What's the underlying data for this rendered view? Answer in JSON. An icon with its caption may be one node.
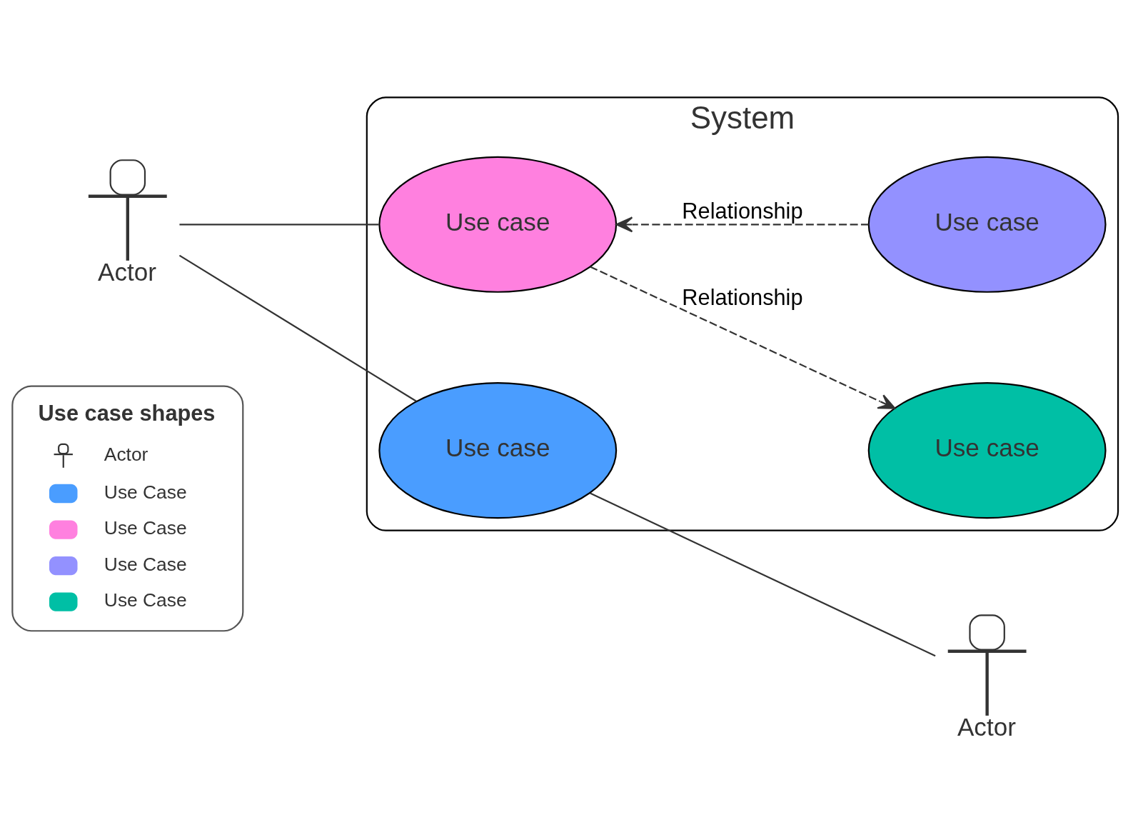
{
  "diagram": {
    "nodes": [
      {
        "text": [
          "System"
        ]
      },
      {
        "text": [
          "Use case"
        ],
        "in": 0
      },
      {
        "text": [
          "Use case"
        ],
        "in": 0
      },
      {
        "text": [
          "Use case"
        ],
        "in": 0
      },
      {
        "text": [
          "Use case"
        ],
        "in": 0
      },
      {
        "text": [
          "Actor"
        ]
      },
      {
        "text": [
          "Actor"
        ]
      }
    ],
    "edges": [
      {
        "from": 5,
        "to": 1,
        "arrow": "none"
      },
      {
        "from": 5,
        "to": 2,
        "arrow": "none"
      },
      {
        "from": 1,
        "to": 6,
        "arrow": "none"
      },
      {
        "from": 3,
        "to": 2,
        "arrow": "to",
        "label": "Relationship",
        "style": "dashed"
      },
      {
        "from": 2,
        "to": 4,
        "arrow": "to",
        "label": "Relationship",
        "style": "dashed"
      }
    ],
    "labels": [
      "Use case shapes"
    ],
    "legend": [
      {
        "text": "Actor"
      },
      {
        "text": "Use Case",
        "color": "#4a9dff"
      },
      {
        "text": "Use Case",
        "color": "#ff80df"
      },
      {
        "text": "Use Case",
        "color": "#9391ff"
      },
      {
        "text": "Use Case",
        "color": "#00bfa5"
      }
    ]
  }
}
